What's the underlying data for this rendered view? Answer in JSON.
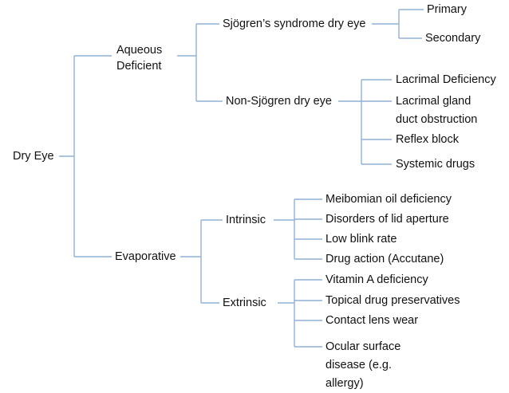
{
  "colors": {
    "connector": "#8fb0d6",
    "text": "#111111",
    "background": "#ffffff"
  },
  "root": {
    "label": "Dry Eye"
  },
  "aqueous": {
    "label": "Aqueous Deficient",
    "sjogren": {
      "label": "Sjögren’s syndrome dry eye",
      "items": [
        "Primary",
        "Secondary"
      ]
    },
    "non_sjogren": {
      "label": "Non-Sjögren dry eye",
      "items": [
        "Lacrimal Deficiency",
        "Lacrimal gland duct obstruction",
        "Reflex block",
        "Systemic drugs"
      ]
    }
  },
  "evaporative": {
    "label": "Evaporative",
    "intrinsic": {
      "label": "Intrinsic",
      "items": [
        "Meibomian oil deficiency",
        "Disorders of lid aperture",
        "Low blink rate",
        "Drug action (Accutane)"
      ]
    },
    "extrinsic": {
      "label": "Extrinsic",
      "items": [
        "Vitamin A deficiency",
        "Topical drug preservatives",
        "Contact lens wear",
        "Ocular surface disease (e.g. allergy)"
      ]
    }
  }
}
